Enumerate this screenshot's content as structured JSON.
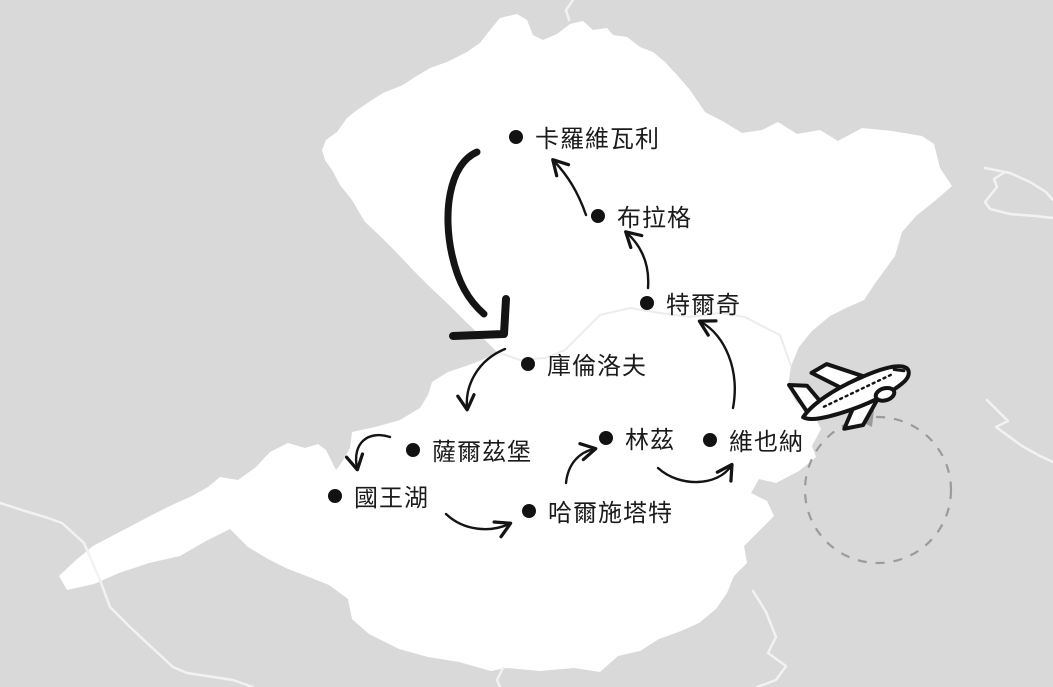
{
  "map": {
    "type": "travel-route-map",
    "countries_highlighted": 2,
    "colors": {
      "background": "#d9d9d9",
      "country_fill": "#ffffff",
      "internal_border": "#ececec",
      "outer_border_lines": "#f2f2f2",
      "label_text": "#1b1b1b",
      "route_arrow": "#141414",
      "flight_loop": "#9b9b9b"
    }
  },
  "cities": [
    {
      "label": "卡羅維瓦利"
    },
    {
      "label": "布拉格"
    },
    {
      "label": "特爾奇"
    },
    {
      "label": "庫倫洛夫"
    },
    {
      "label": "薩爾茲堡"
    },
    {
      "label": "國王湖"
    },
    {
      "label": "哈爾施塔特"
    },
    {
      "label": "林茲"
    },
    {
      "label": "維也納"
    }
  ],
  "route_arrows": [
    {
      "from": "維也納",
      "to": "特爾奇",
      "style": "thin"
    },
    {
      "from": "特爾奇",
      "to": "布拉格",
      "style": "thin"
    },
    {
      "from": "布拉格",
      "to": "卡羅維瓦利",
      "style": "thin"
    },
    {
      "from": "卡羅維瓦利",
      "to": "庫倫洛夫",
      "style": "bold"
    },
    {
      "from": "庫倫洛夫",
      "to": "薩爾茲堡",
      "style": "thin"
    },
    {
      "from": "薩爾茲堡",
      "to": "國王湖",
      "style": "thin"
    },
    {
      "from": "國王湖",
      "to": "哈爾施塔特",
      "style": "thin"
    },
    {
      "from": "哈爾施塔特",
      "to": "林茲",
      "style": "thin"
    },
    {
      "from": "林茲",
      "to": "維也納",
      "style": "thin"
    }
  ],
  "icons": {
    "airplane": "airplane-icon",
    "flight_loop": "dashed-circle-arrow"
  }
}
